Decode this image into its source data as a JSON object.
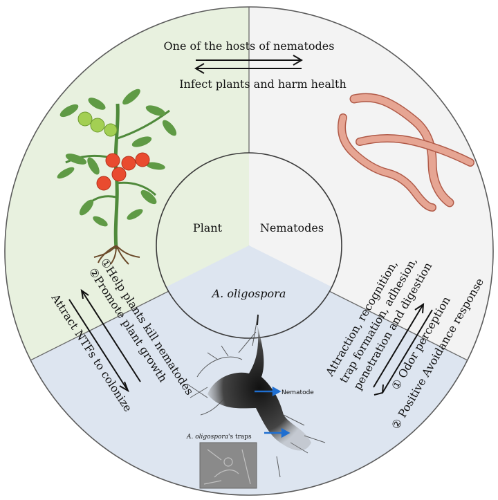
{
  "diagram": {
    "top_text_1": "One of the hosts of nematodes",
    "top_text_2": "Infect plants and harm health",
    "center": {
      "plant": "Plant",
      "nematodes": "Nematodes",
      "fungus": "A. oligospora"
    },
    "left_text_1": "①Help plants kill nematodes",
    "left_text_2": "②Promote plant growth",
    "left_text_3": "Attract NTFs to colonize",
    "right_text_1": "Attraction, recognition,",
    "right_text_2": "trap formation, adhesion,",
    "right_text_3": "penetration and digestion",
    "right_text_4": "① Odor perception",
    "right_text_5": "② Positive Avoidance response",
    "micro_label_nematode": "Nematode",
    "micro_label_traps_italic": "A. oligospora",
    "micro_label_traps_rest": "'s traps"
  },
  "colors": {
    "plant_sector": "#e8f1df",
    "nematode_sector": "#f3f3f3",
    "fungus_sector": "#dde5f0",
    "outline": "#5a5a5a",
    "tomato_red": "#e94b2f",
    "tomato_green": "#9fcc4e",
    "leaf_green": "#4f8a3b",
    "worm_fill": "#e6a593",
    "worm_stroke": "#b05a48",
    "arrow_blue": "#1f6fd1"
  }
}
